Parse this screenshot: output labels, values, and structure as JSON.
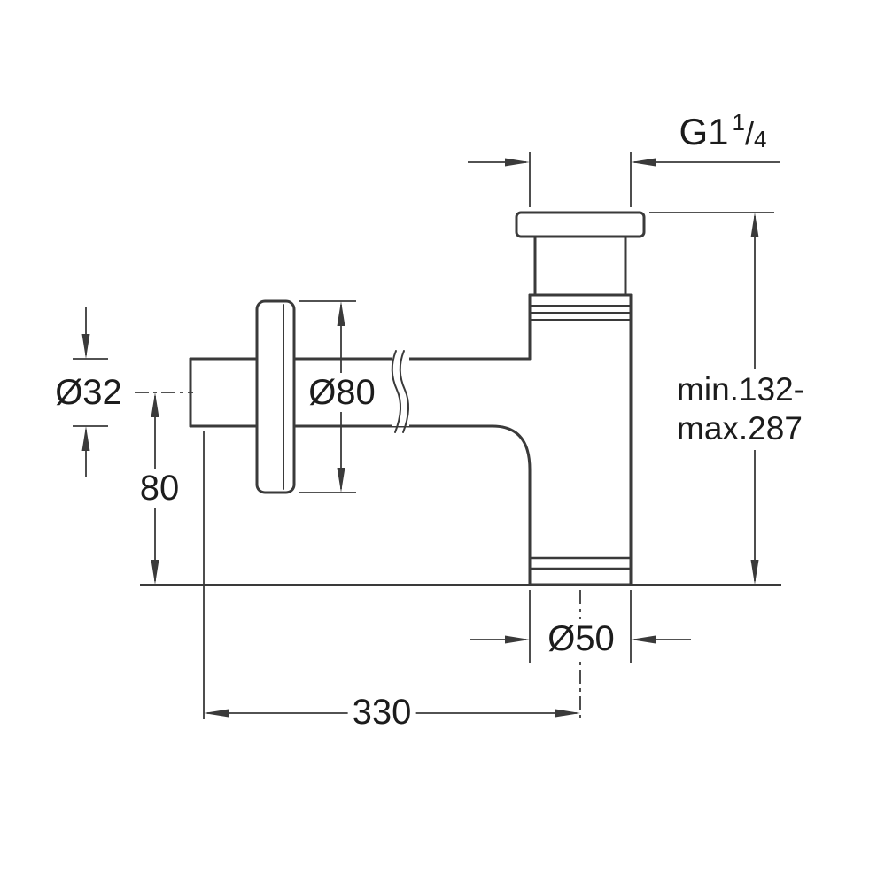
{
  "drawing": {
    "labels": {
      "thread": "G1",
      "thread_frac_num": "1",
      "thread_frac_slash": "/",
      "thread_frac_den": "4",
      "inlet_diameter": "Ø32",
      "rosette_diameter": "Ø80",
      "axis_height": "80",
      "height_range_line1": "min.132-",
      "height_range_line2": "max.287",
      "body_diameter": "Ø50",
      "projection_length": "330"
    },
    "colors": {
      "line": "#3a3a3a",
      "text": "#1c1c1c",
      "background": "#ffffff"
    }
  }
}
